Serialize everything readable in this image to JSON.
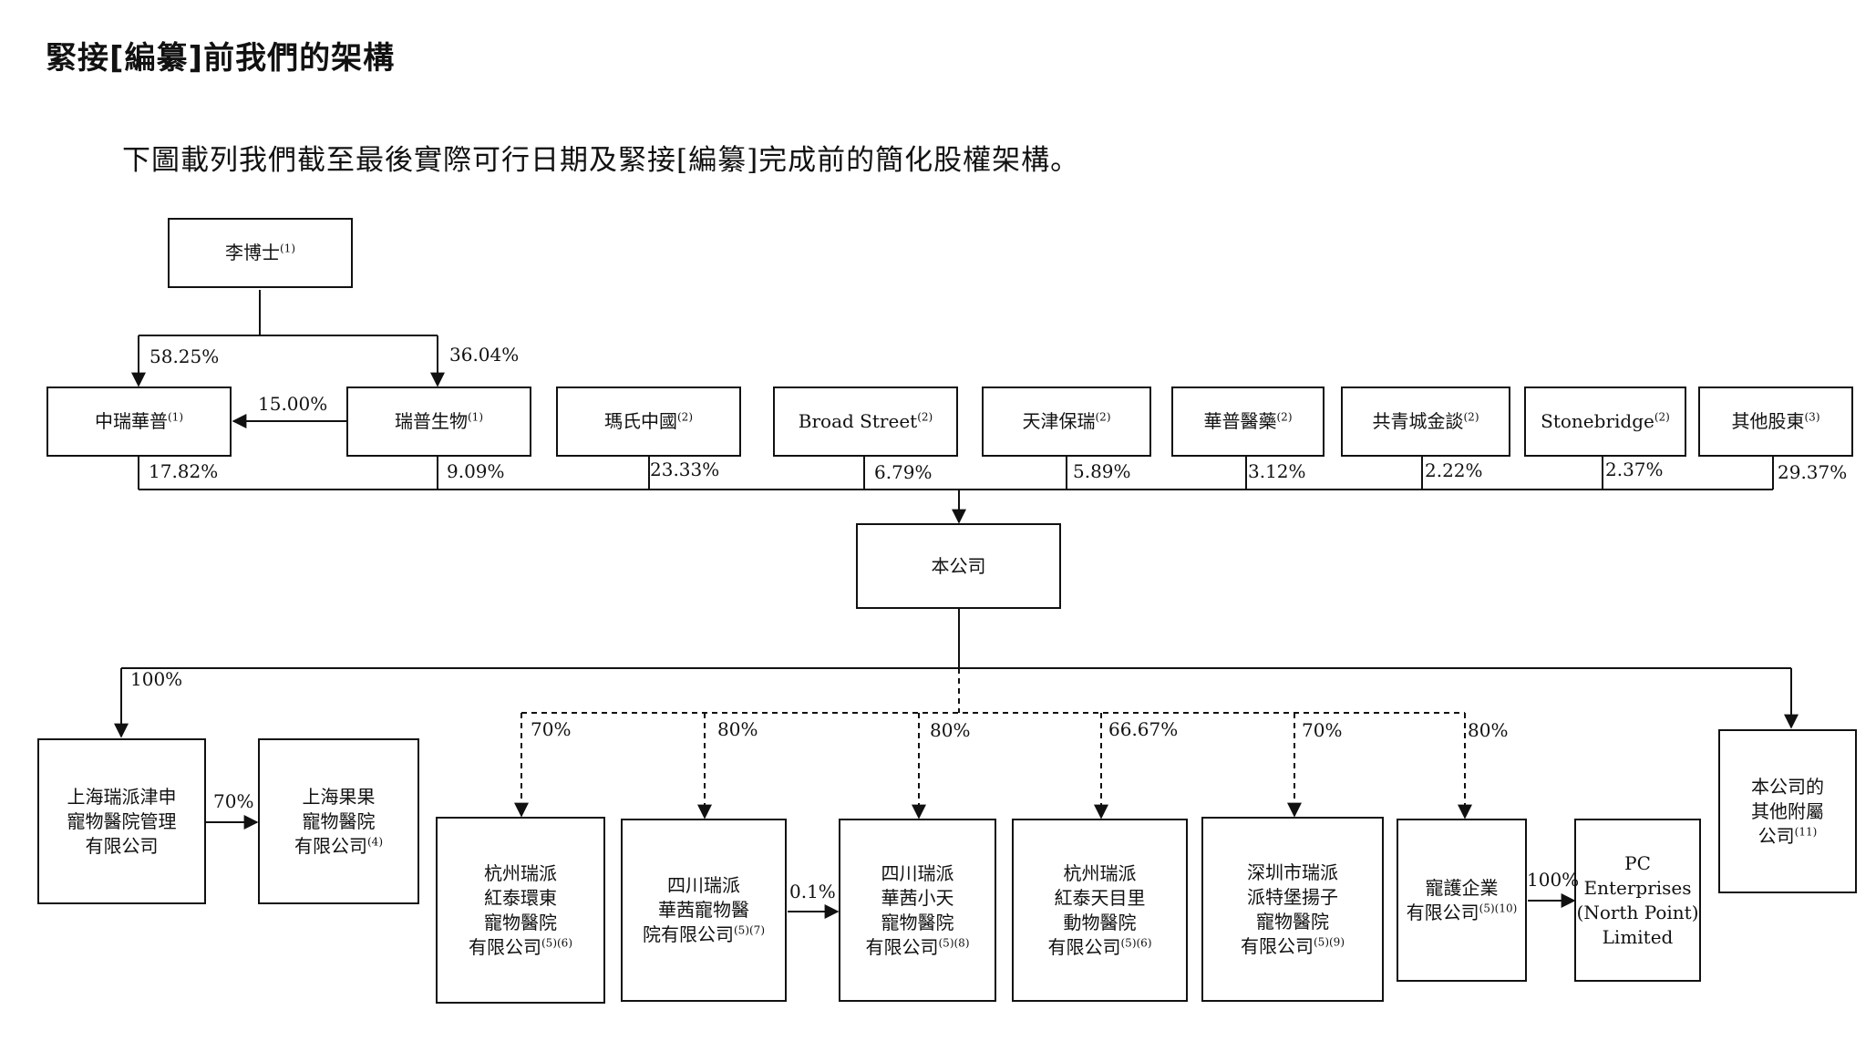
{
  "heading": "緊接[編纂]前我們的架構",
  "intro": "下圖載列我們截至最後實際可行日期及緊接[編纂]完成前的簡化股權架構。",
  "entities": {
    "dr_li": {
      "label": [
        "李博士"
      ],
      "note": "(1)"
    },
    "zhongrui": {
      "label": [
        "中瑞華普"
      ],
      "note": "(1)"
    },
    "ruipu": {
      "label": [
        "瑞普生物"
      ],
      "note": "(1)"
    },
    "mashi": {
      "label": [
        "瑪氏中國"
      ],
      "note": "(2)"
    },
    "broad_street": {
      "label": [
        "Broad Street"
      ],
      "note": "(2)"
    },
    "tianjin": {
      "label": [
        "天津保瑞"
      ],
      "note": "(2)"
    },
    "huapu": {
      "label": [
        "華普醫藥"
      ],
      "note": "(2)"
    },
    "gongqing": {
      "label": [
        "共青城金談"
      ],
      "note": "(2)"
    },
    "stonebridge": {
      "label": [
        "Stonebridge"
      ],
      "note": "(2)"
    },
    "others": {
      "label": [
        "其他股東"
      ],
      "note": "(3)"
    },
    "company": {
      "label": [
        "本公司"
      ],
      "note": ""
    },
    "shanghai_ruipai": {
      "label": [
        "上海瑞派津申",
        "寵物醫院管理",
        "有限公司"
      ],
      "note": ""
    },
    "shanghai_guoguo": {
      "label": [
        "上海果果",
        "寵物醫院",
        "有限公司"
      ],
      "note": "(4)"
    },
    "hangzhou_huandong": {
      "label": [
        "杭州瑞派",
        "紅泰環東",
        "寵物醫院",
        "有限公司"
      ],
      "note": "(5)(6)"
    },
    "sichuan_huaxi": {
      "label": [
        "四川瑞派",
        "華茜寵物醫",
        "院有限公司"
      ],
      "note": "(5)(7)"
    },
    "sichuan_xiaotian": {
      "label": [
        "四川瑞派",
        "華茜小天",
        "寵物醫院",
        "有限公司"
      ],
      "note": "(5)(8)"
    },
    "hangzhou_tianmuli": {
      "label": [
        "杭州瑞派",
        "紅泰天目里",
        "動物醫院",
        "有限公司"
      ],
      "note": "(5)(6)"
    },
    "shenzhen": {
      "label": [
        "深圳市瑞派",
        "派特堡揚子",
        "寵物醫院",
        "有限公司"
      ],
      "note": "(5)(9)"
    },
    "chonghu": {
      "label": [
        "寵護企業",
        "有限公司"
      ],
      "note": "(5)(10)"
    },
    "pc_enterprises": {
      "label": [
        "PC",
        "Enterprises",
        "(North Point)",
        "Limited"
      ],
      "note": ""
    },
    "other_subs": {
      "label": [
        "本公司的",
        "其他附屬",
        "公司"
      ],
      "note": "(11)"
    }
  },
  "percentages": {
    "li_to_zhongrui": "58.25%",
    "li_to_ruipu": "36.04%",
    "ruipu_to_zhongrui": "15.00%",
    "zhongrui_stake": "17.82%",
    "ruipu_stake": "9.09%",
    "mashi_stake": "23.33%",
    "broad_street_stake": "6.79%",
    "tianjin_stake": "5.89%",
    "huapu_stake": "3.12%",
    "gongqing_stake": "2.22%",
    "stonebridge_stake": "2.37%",
    "others_stake": "29.37%",
    "to_shanghai_ruipai": "100%",
    "ruipai_to_guoguo": "70%",
    "to_hangzhou_huandong": "70%",
    "to_sichuan_huaxi": "80%",
    "to_sichuan_xiaotian": "80%",
    "to_hangzhou_tianmuli": "66.67%",
    "to_shenzhen": "70%",
    "to_chonghu": "80%",
    "huaxi_to_xiaotian": "0.1%",
    "chonghu_to_pc": "100%"
  }
}
